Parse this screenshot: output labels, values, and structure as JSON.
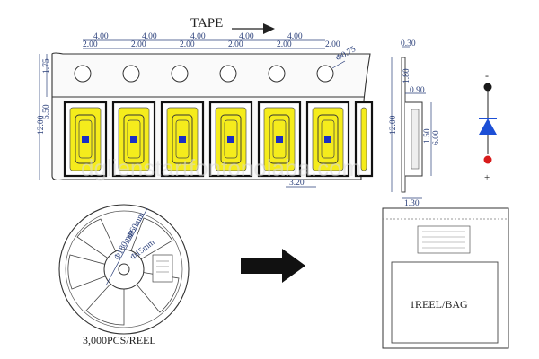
{
  "tape": {
    "title": "TAPE",
    "pitch_labels": [
      "4.00",
      "4.00",
      "4.00",
      "4.00",
      "4.00"
    ],
    "half_pitch_labels": [
      "2.00",
      "2.00",
      "2.00",
      "2.00",
      "2.00",
      "2.00"
    ],
    "hole_diameter": "Φ0.75",
    "edge_to_hole": "1.75",
    "hole_to_pocket": "5.50",
    "tape_width": "12.00",
    "pocket_width": "3.20"
  },
  "side_view": {
    "thickness": "0.30",
    "depth_1": "1.80",
    "depth_2": "0.90",
    "height": "12.00",
    "pocket_length": "6.00",
    "pocket_length_2": "1.50",
    "bottom": "1.30"
  },
  "polarity": {
    "negative": "-",
    "positive": "+",
    "cathode_color": "#1a1a1a",
    "anode_color": "#d81b1b",
    "diode_color": "#1c4fd6"
  },
  "reel": {
    "outer_diameter": "Φ180mm",
    "hub_diameter": "Φ60mm",
    "hole_diameter": "Φ15mm",
    "caption": "3,000PCS/REEL"
  },
  "bag": {
    "label": "1REEL/BAG"
  },
  "watermark": "dglienstartfontonolaba.com",
  "colors": {
    "led_yellow": "#f5ec1c",
    "chip_blue": "#1a2fc4",
    "line": "#222222",
    "dim_blue": "#2a3f7a"
  }
}
